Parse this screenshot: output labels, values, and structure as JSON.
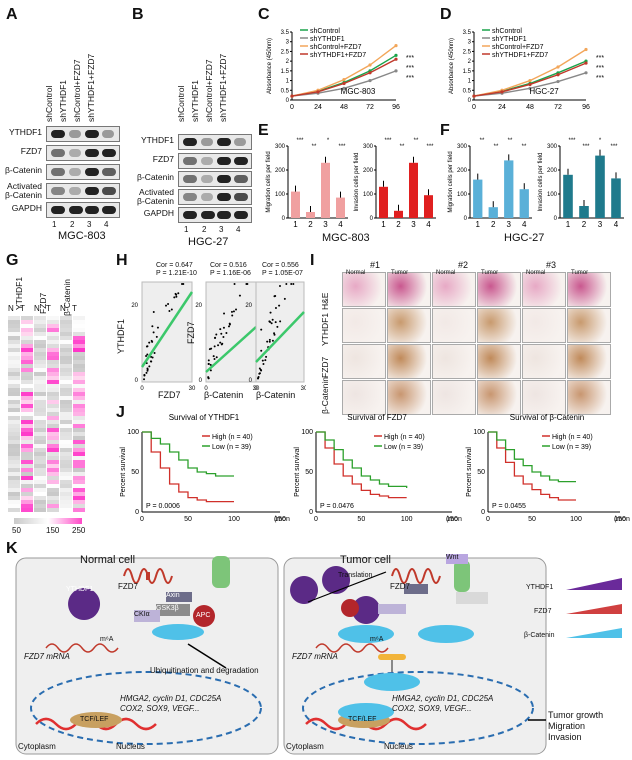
{
  "panels": {
    "A": {
      "letter": "A",
      "lanes": [
        "shControl",
        "shYTHDF1",
        "shControl+FZD7",
        "shYTHDF1+FZD7"
      ],
      "rows": [
        "YTHDF1",
        "FZD7",
        "β-Catenin",
        "Activated β-Catenin",
        "GAPDH"
      ],
      "numbers": [
        "1",
        "2",
        "3",
        "4"
      ],
      "cell": "MGC-803"
    },
    "B": {
      "letter": "B",
      "lanes": [
        "shControl",
        "shYTHDF1",
        "shControl+FZD7",
        "shYTHDF1+FZD7"
      ],
      "rows": [
        "YTHDF1",
        "FZD7",
        "β-Catenin",
        "Activated β-Catenin",
        "GAPDH"
      ],
      "numbers": [
        "1",
        "2",
        "3",
        "4"
      ],
      "cell": "HGC-27"
    },
    "C": {
      "letter": "C",
      "cell": "MGC-803"
    },
    "D": {
      "letter": "D",
      "cell": "HGC-27"
    },
    "E": {
      "letter": "E",
      "cell": "MGC-803"
    },
    "F": {
      "letter": "F",
      "cell": "HGC-27"
    },
    "G": {
      "letter": "G",
      "groups": [
        "YTHDF1",
        "FZD7",
        "β-Catenin"
      ],
      "cols": [
        "N",
        "T",
        "N",
        "T",
        "N",
        "T"
      ],
      "scale": [
        "50",
        "150",
        "250"
      ]
    },
    "H": {
      "letter": "H",
      "plots": [
        {
          "cor": "Cor = 0.647",
          "p": "P = 1.21E-10",
          "ylabel": "YTHDF1",
          "xlabel": "FZD7"
        },
        {
          "cor": "Cor = 0.516",
          "p": "P = 1.16E-06",
          "ylabel": "FZD7",
          "xlabel": "β-Catenin"
        },
        {
          "cor": "Cor = 0.556",
          "p": "P = 1.05E-07",
          "ylabel": "",
          "xlabel": "β-Catenin"
        }
      ]
    },
    "I": {
      "letter": "I",
      "cases": [
        "#1",
        "#2",
        "#3"
      ],
      "cols": [
        "Normal",
        "Tumor"
      ],
      "rows": [
        "H&E",
        "YTHDF1",
        "FZD7",
        "β-Catenin"
      ]
    },
    "J": {
      "letter": "J"
    },
    "K": {
      "letter": "K",
      "normal_title": "Normal cell",
      "tumor_title": "Tumor cell",
      "labels": {
        "fzd7": "FZD7",
        "lrp": "LRP5/6",
        "axin": "Axin",
        "gsk": "GSK3β",
        "ck": "CKIα",
        "apc": "APC",
        "bcat": "β-Catenin",
        "ythdf1": "YTHDF1",
        "mrna": "FZD7 mRNA",
        "m6a": "m⁶A",
        "ubiq": "Ubiquitination and degradation",
        "genes1": "HMGA2, cyclin D1, CDC25A",
        "genes2": "COX2, SOX9, VEGF...",
        "tcf": "TCF/LEF",
        "nucleus": "Nucleus",
        "cytoplasm": "Cytoplasm",
        "translation": "Translation",
        "wnt": "Wnt",
        "p": "P",
        "outcome1": "Tumor growth",
        "outcome2": "Migration",
        "outcome3": "Invasion",
        "leg1": "YTHDF1",
        "leg2": "FZD7",
        "leg3": "β-Catenin"
      }
    }
  },
  "chart_data": [
    {
      "type": "line",
      "panel": "C",
      "cell_label": "MGC-803",
      "x": [
        0,
        24,
        48,
        72,
        96
      ],
      "xlabel": "",
      "ylabel": "Absorbance (450nm)",
      "ylim": [
        0,
        3.5
      ],
      "yticks": [
        0,
        0.5,
        1,
        1.5,
        2,
        2.5,
        3,
        3.5
      ],
      "series": [
        {
          "name": "shControl",
          "color": "#1aa34a",
          "values": [
            0.2,
            0.45,
            0.9,
            1.5,
            2.3
          ]
        },
        {
          "name": "shYTHDF1",
          "color": "#888888",
          "values": [
            0.2,
            0.35,
            0.6,
            1.0,
            1.5
          ]
        },
        {
          "name": "shControl+FZD7",
          "color": "#f2a65a",
          "values": [
            0.2,
            0.5,
            1.05,
            1.8,
            2.8
          ]
        },
        {
          "name": "shYTHDF1+FZD7",
          "color": "#c0392b",
          "values": [
            0.2,
            0.42,
            0.85,
            1.4,
            2.1
          ]
        }
      ],
      "annotations": [
        "***",
        "***",
        "***"
      ]
    },
    {
      "type": "line",
      "panel": "D",
      "cell_label": "HGC-27",
      "x": [
        0,
        24,
        48,
        72,
        96
      ],
      "xlabel": "",
      "ylabel": "Absorbance (450nm)",
      "ylim": [
        0,
        3.5
      ],
      "yticks": [
        0,
        0.5,
        1,
        1.5,
        2,
        2.5,
        3,
        3.5
      ],
      "series": [
        {
          "name": "shControl",
          "color": "#1aa34a",
          "values": [
            0.2,
            0.45,
            0.85,
            1.4,
            2.0
          ]
        },
        {
          "name": "shYTHDF1",
          "color": "#888888",
          "values": [
            0.2,
            0.35,
            0.6,
            0.95,
            1.4
          ]
        },
        {
          "name": "shControl+FZD7",
          "color": "#f2a65a",
          "values": [
            0.2,
            0.5,
            1.0,
            1.7,
            2.6
          ]
        },
        {
          "name": "shYTHDF1+FZD7",
          "color": "#c0392b",
          "values": [
            0.2,
            0.42,
            0.8,
            1.3,
            1.9
          ]
        }
      ],
      "annotations": [
        "***",
        "***",
        "***"
      ]
    },
    {
      "type": "bar",
      "panel": "E1",
      "categories": [
        "1",
        "2",
        "3",
        "4"
      ],
      "values": [
        110,
        25,
        230,
        85
      ],
      "ylabel": "Migration cells per field",
      "ylim": [
        0,
        300
      ],
      "yticks": [
        0,
        100,
        200,
        300
      ],
      "color": "#f0a0a0",
      "annotations": [
        "***",
        "**",
        "*",
        "***"
      ]
    },
    {
      "type": "bar",
      "panel": "E2",
      "categories": [
        "1",
        "2",
        "3",
        "4"
      ],
      "values": [
        130,
        30,
        230,
        95
      ],
      "ylabel": "Invasion cells per field",
      "ylim": [
        0,
        300
      ],
      "yticks": [
        0,
        100,
        200,
        300
      ],
      "color": "#e02020",
      "annotations": [
        "***",
        "**",
        "**",
        "***"
      ]
    },
    {
      "type": "bar",
      "panel": "F1",
      "categories": [
        "1",
        "2",
        "3",
        "4"
      ],
      "values": [
        160,
        45,
        240,
        120
      ],
      "ylabel": "Migration cells per field",
      "ylim": [
        0,
        300
      ],
      "yticks": [
        0,
        100,
        200,
        300
      ],
      "color": "#5ab0d8",
      "annotations": [
        "**",
        "**",
        "**",
        "**"
      ]
    },
    {
      "type": "bar",
      "panel": "F2",
      "categories": [
        "1",
        "2",
        "3",
        "4"
      ],
      "values": [
        180,
        50,
        260,
        165
      ],
      "ylabel": "Invasion cells per field",
      "ylim": [
        0,
        300
      ],
      "yticks": [
        0,
        100,
        200,
        300
      ],
      "color": "#1f7a8c",
      "annotations": [
        "***",
        "***",
        "*",
        "***"
      ]
    },
    {
      "type": "line",
      "panel": "J1",
      "title": "Survival of YTHDF1",
      "ylabel": "Percent survival",
      "xlabel": "(months)",
      "xlim": [
        0,
        150
      ],
      "ylim": [
        0,
        100
      ],
      "xticks": [
        0,
        50,
        100,
        150
      ],
      "yticks": [
        0,
        50,
        100
      ],
      "pvalue": "P = 0.0006",
      "series": [
        {
          "name": "High (n = 40)",
          "color": "#d0302a",
          "x": [
            0,
            10,
            20,
            30,
            40,
            50,
            60,
            70,
            80,
            100
          ],
          "values": [
            100,
            75,
            55,
            35,
            25,
            18,
            15,
            13,
            13,
            13
          ]
        },
        {
          "name": "Low (n = 39)",
          "color": "#2ca02c",
          "x": [
            0,
            10,
            20,
            30,
            40,
            50,
            60,
            70,
            80,
            100
          ],
          "values": [
            100,
            92,
            85,
            75,
            65,
            55,
            50,
            48,
            45,
            45
          ]
        }
      ]
    },
    {
      "type": "line",
      "panel": "J2",
      "title": "Survival of FZD7",
      "ylabel": "Percent survival",
      "xlabel": "(months)",
      "xlim": [
        0,
        150
      ],
      "ylim": [
        0,
        100
      ],
      "xticks": [
        0,
        50,
        100,
        150
      ],
      "yticks": [
        0,
        50,
        100
      ],
      "pvalue": "P = 0.0476",
      "series": [
        {
          "name": "High (n = 40)",
          "color": "#d0302a",
          "x": [
            0,
            10,
            20,
            30,
            40,
            50,
            60,
            70,
            80,
            100
          ],
          "values": [
            100,
            80,
            60,
            45,
            35,
            27,
            22,
            20,
            18,
            18
          ]
        },
        {
          "name": "Low (n = 39)",
          "color": "#2ca02c",
          "x": [
            0,
            10,
            20,
            30,
            40,
            50,
            60,
            70,
            80,
            100
          ],
          "values": [
            100,
            90,
            78,
            65,
            55,
            45,
            40,
            35,
            32,
            30
          ]
        }
      ]
    },
    {
      "type": "line",
      "panel": "J3",
      "title": "Survival of β-Catenin",
      "ylabel": "Percent survival",
      "xlabel": "(months)",
      "xlim": [
        0,
        150
      ],
      "ylim": [
        0,
        100
      ],
      "xticks": [
        0,
        50,
        100,
        150
      ],
      "yticks": [
        0,
        50,
        100
      ],
      "pvalue": "P = 0.0455",
      "series": [
        {
          "name": "High (n = 40)",
          "color": "#d0302a",
          "x": [
            0,
            10,
            20,
            30,
            40,
            50,
            60,
            70,
            80,
            100
          ],
          "values": [
            100,
            80,
            62,
            45,
            35,
            28,
            22,
            18,
            15,
            15
          ]
        },
        {
          "name": "Low (n = 39)",
          "color": "#2ca02c",
          "x": [
            0,
            10,
            20,
            30,
            40,
            50,
            60,
            70,
            80,
            100
          ],
          "values": [
            100,
            90,
            78,
            66,
            58,
            50,
            45,
            40,
            38,
            38
          ]
        }
      ]
    }
  ]
}
